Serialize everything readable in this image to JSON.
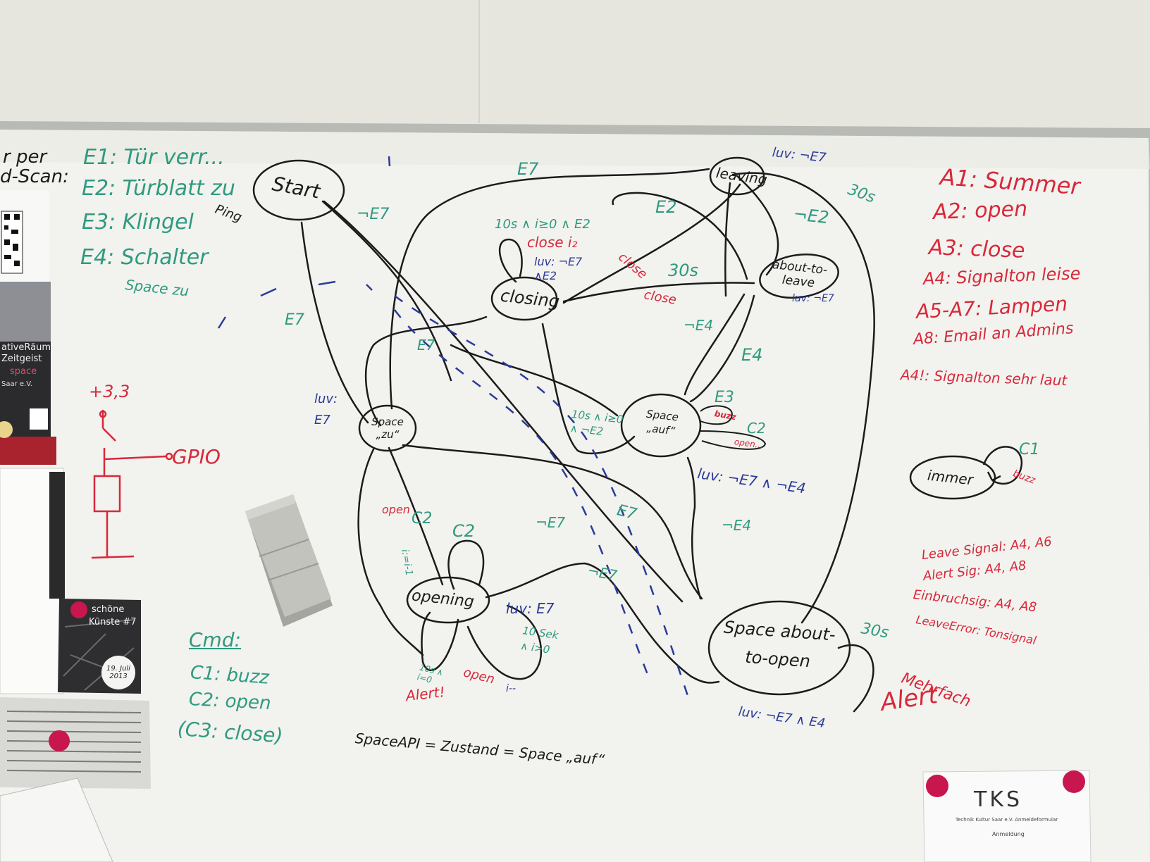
{
  "colors": {
    "wall": "#e7e6df",
    "board": "#f3f3ef",
    "frame": "#b9bbb8",
    "marker_green": "#2f9a80",
    "marker_red": "#d8283a",
    "marker_blue": "#2a3a9a",
    "marker_black": "#1b1b1b",
    "magnet": "#c8164f"
  },
  "left_edge": {
    "line1": "r per",
    "line2": "d-Scan:"
  },
  "inputs": [
    "E1: Tür verr...",
    "E2: Türblatt zu",
    "E3: Klingel",
    "E4: Schalter"
  ],
  "input_notes": {
    "ping": "Ping",
    "space_zu": "Space zu"
  },
  "outputs": [
    "A1: Summer",
    "A2: open",
    "A3: close",
    "A4: Signalton leise",
    "A5-A7: Lampen",
    "A8: Email an Admins",
    "A4!: Signalton sehr laut"
  ],
  "signals": [
    "Leave Signal: A4, A6",
    "Alert Sig: A4, A8",
    "Einbruchsig: A4, A8",
    "LeaveError: Tonsignal"
  ],
  "commands": {
    "title": "Cmd:",
    "items": [
      "C1: buzz",
      "C2: open",
      "(C3: close)"
    ]
  },
  "circuit": {
    "voltage": "+3,3",
    "gpio": "GPIO"
  },
  "states": {
    "start": "Start",
    "leaving": "leaving",
    "closing": "closing",
    "about_to_leave": "about-to-leave",
    "space_zu": "Space „zu“",
    "space_auf": "Space „auf“",
    "opening": "opening",
    "space_about_to_open": "Space about-to-open",
    "immer": "immer"
  },
  "labels": {
    "e7_top": "E7",
    "not_e7": "¬E7",
    "e2_top": "E2",
    "not_e2": "¬E2",
    "luv_not_e7_top": "luv: ¬E7",
    "s30_top": "30s",
    "closing_cond": "10s ∧ i≥0 ∧ E2",
    "close_i": "close i₂",
    "luv_not_e7_e2": "luv: ¬E7 ∧E2",
    "close_a": "close",
    "close_b": "close",
    "s30_mid": "30s",
    "luv_not_e7_mid": "luv: ¬E7",
    "not_e4_a": "¬E4",
    "e4": "E4",
    "e7_left": "E7",
    "e7_mid": "E7",
    "luv_e7": "luv: E7",
    "cond_10s": "10s ∧ i≥0 ∧ ¬E2",
    "e3": "E3",
    "buzz_a": "buzz",
    "c2_a": "C2",
    "open_a": "open...",
    "luv_not_e7_e4": "luv: ¬E7 ∧ ¬E4",
    "open_b": "open",
    "c2_b": "C2",
    "i_dec": "i:=i-1",
    "c2_c": "C2",
    "not_e7_low": "¬E7",
    "e7_low": "E7",
    "not_e4_b": "¬E4",
    "not_e7_bottom": "¬E7",
    "luv_e7_b": "luv: E7",
    "s10_cond": "10 Sek ∧ i>0",
    "open_c": "open",
    "i_dec_b": "i--",
    "s10_i0": "10s ∧ i=0",
    "alert": "Alert!",
    "s30_right": "30s",
    "mehrfach": "Mehrfach",
    "alert_b": "Alert",
    "luv_not_e7_e4_b": "luv: ¬E7 ∧ E4",
    "c1": "C1",
    "buzz_b": "buzz"
  },
  "spaceapi": "SpaceAPI = Zustand = Space „auf“",
  "poster": {
    "lines": [
      "ativeRäume",
      "Zeitgeist",
      "space",
      "Saar e.V."
    ]
  },
  "flyer": {
    "line1": "schöne",
    "line2": "Künste #7",
    "date": "19. Juli 2013"
  },
  "tks_card": {
    "logo": "TKS",
    "line1": "Technik Kultur Saar e.V. Anmeldeformular",
    "line2": "Anmeldung"
  }
}
